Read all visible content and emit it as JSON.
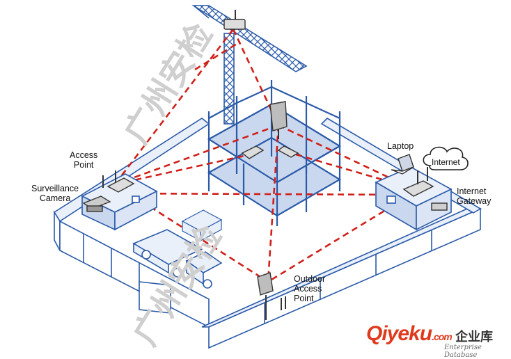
{
  "labels": {
    "access_point": [
      "Access",
      "Point"
    ],
    "surveillance_camera": [
      "Surveillance",
      "Camera"
    ],
    "laptop": "Laptop",
    "internet": "Internet",
    "internet_gateway": [
      "Internet",
      "Gateway"
    ],
    "outdoor_access_point": [
      "Outdoor",
      "Access",
      "Point"
    ]
  },
  "watermark": {
    "brand": "Qiyeku",
    "brand_suffix": ".com",
    "chinese": "企业库",
    "subtitle": "Enterprise Database",
    "diagonal_text": "广州安检"
  },
  "colors": {
    "structure": "#2a5aa8",
    "structure_fill": "#c9d8ef",
    "link": "#d0201a",
    "device": "#555555",
    "watermark_gray": "#cfcfcf",
    "brand": "#e03a1e"
  },
  "icons": [
    "crane-icon",
    "building-frame-icon",
    "trailer-icon",
    "truck-icon",
    "router-icon",
    "camera-icon",
    "laptop-icon",
    "cloud-icon",
    "outdoor-ap-icon"
  ]
}
